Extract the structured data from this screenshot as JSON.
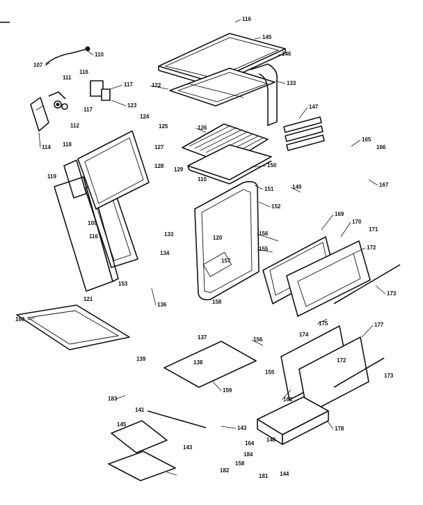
{
  "diagram": {
    "labels": [
      "116",
      "145",
      "146",
      "110",
      "107",
      "111",
      "116",
      "117",
      "123",
      "122",
      "133",
      "112",
      "117",
      "114",
      "147",
      "124",
      "125",
      "126",
      "118",
      "127",
      "128",
      "119",
      "129",
      "110",
      "150",
      "165",
      "166",
      "151",
      "167",
      "149",
      "152",
      "169",
      "109",
      "170",
      "116",
      "133",
      "156",
      "171",
      "120",
      "155",
      "172",
      "134",
      "157",
      "121",
      "153",
      "173",
      "136",
      "158",
      "175",
      "177",
      "174",
      "160",
      "137",
      "156",
      "139",
      "138",
      "155",
      "172",
      "173",
      "159",
      "161",
      "183",
      "141",
      "143",
      "145",
      "143",
      "178",
      "164",
      "140",
      "184",
      "158",
      "182",
      "181",
      "144"
    ]
  }
}
